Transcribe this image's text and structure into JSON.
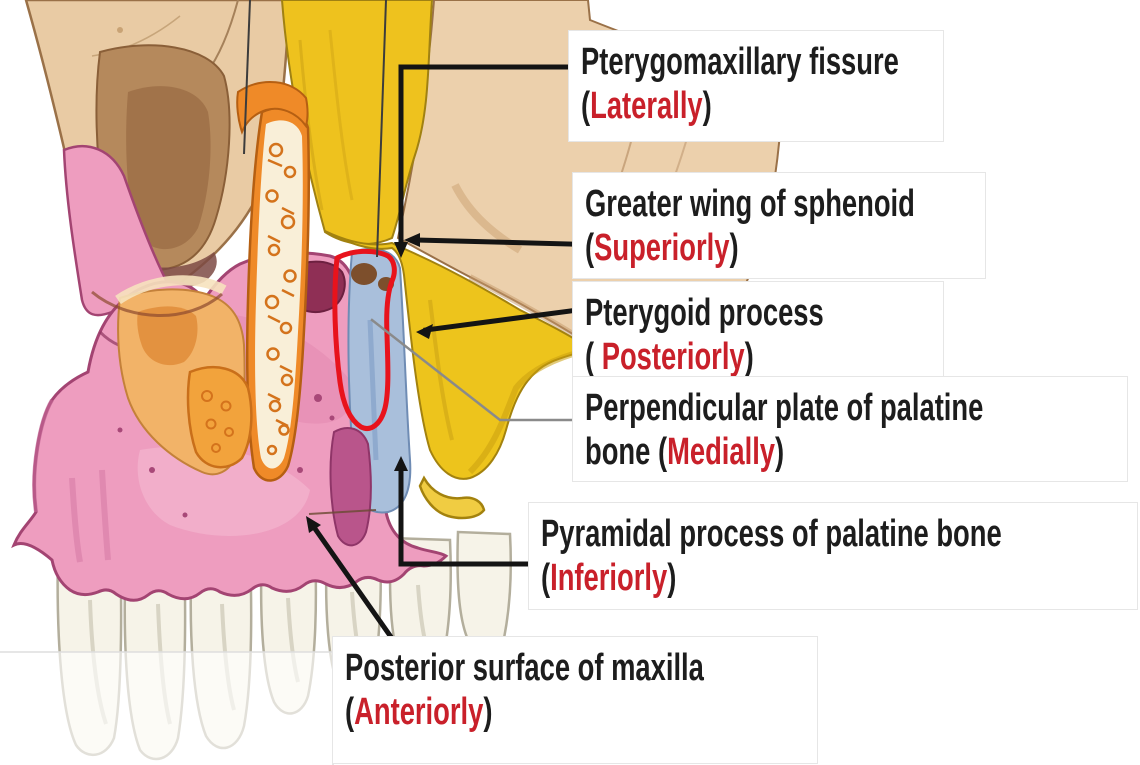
{
  "labels": [
    {
      "title": "Pterygomaxillary fissure",
      "line2_prefix": "",
      "open": "(",
      "direction": "Laterally",
      "close": ")"
    },
    {
      "title": "Greater wing of sphenoid",
      "line2_prefix": "",
      "open": "(",
      "direction": "Superiorly",
      "close": ")"
    },
    {
      "title": "Pterygoid process",
      "line2_prefix": "",
      "open": "( ",
      "direction": "Posteriorly",
      "close": ")"
    },
    {
      "title": "Perpendicular plate of palatine",
      "line2_prefix": "bone ",
      "open": "(",
      "direction": "Medially",
      "close": ")"
    },
    {
      "title": "Pyramidal process of palatine bone",
      "line2_prefix": "",
      "open": "(",
      "direction": "Inferiorly",
      "close": ")"
    },
    {
      "title": "Posterior surface of maxilla",
      "line2_prefix": "",
      "open": "(",
      "direction": "Anteriorly",
      "close": ")"
    }
  ],
  "colors": {
    "label_text": "#1d1d1d",
    "direction_text": "#c9202a",
    "leader_line": "#141414",
    "thin_leader": "#8a8a8a",
    "fossa_outline_red": "#e8131c",
    "maxilla_pink": "#ee9dbf",
    "sphenoid_yellow": "#edc41c",
    "bone_tan": "#e9cba4",
    "palatine_blue": "#a9bfdb",
    "zygomatic_orange": "#f2b368",
    "teeth_white": "#f6f3e8"
  }
}
